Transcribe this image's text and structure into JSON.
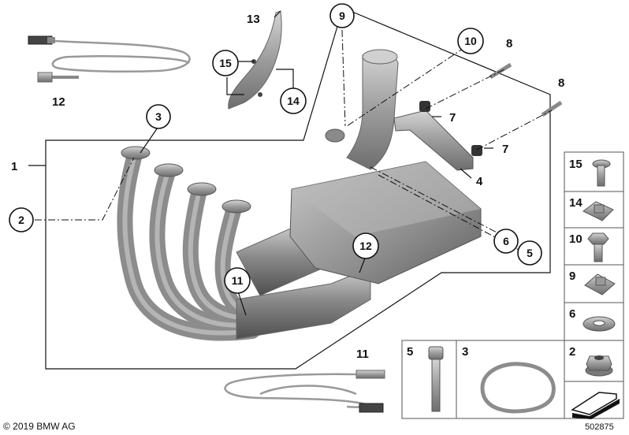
{
  "copyright": "© 2019 BMW AG",
  "diagram_id": "502875",
  "callouts": {
    "c1": "1",
    "c2": "2",
    "c3": "3",
    "c4": "4",
    "c5": "5",
    "c6": "6",
    "c7a": "7",
    "c7b": "7",
    "c8a": "8",
    "c8b": "8",
    "c9": "9",
    "c10": "10",
    "c11": "11",
    "c11b": "11",
    "c12": "12",
    "c12b": "12",
    "c13": "13",
    "c14": "14",
    "c15": "15"
  },
  "legend": {
    "p15": "15",
    "p14": "14",
    "p10": "10",
    "p9": "9",
    "p6": "6",
    "p2": "2",
    "p5": "5",
    "p3": "3"
  },
  "colors": {
    "metal": "#9a9a9a",
    "metal_dark": "#6f6f6f",
    "metal_light": "#c8c8c8",
    "line": "#111111"
  }
}
